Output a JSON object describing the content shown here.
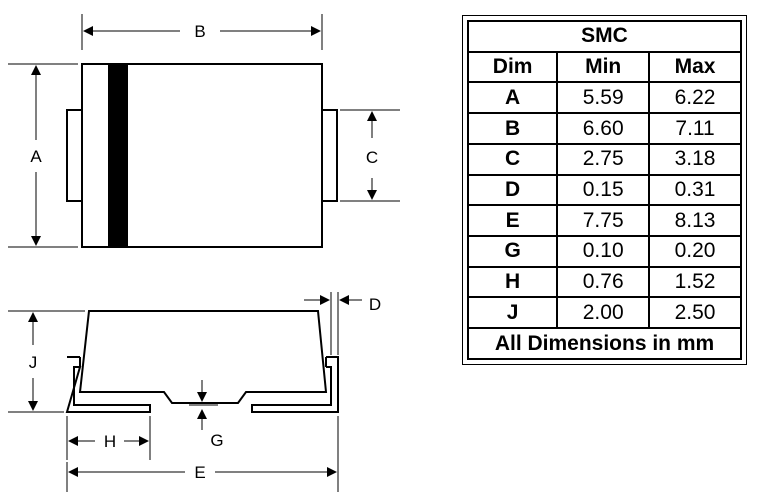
{
  "package": "SMC",
  "labels": {
    "A": "A",
    "B": "B",
    "C": "C",
    "D": "D",
    "E": "E",
    "G": "G",
    "H": "H",
    "J": "J"
  },
  "table": {
    "title": "SMC",
    "headers": [
      "Dim",
      "Min",
      "Max"
    ],
    "rows": [
      {
        "dim": "A",
        "min": "5.59",
        "max": "6.22"
      },
      {
        "dim": "B",
        "min": "6.60",
        "max": "7.11"
      },
      {
        "dim": "C",
        "min": "2.75",
        "max": "3.18"
      },
      {
        "dim": "D",
        "min": "0.15",
        "max": "0.31"
      },
      {
        "dim": "E",
        "min": "7.75",
        "max": "8.13"
      },
      {
        "dim": "G",
        "min": "0.10",
        "max": "0.20"
      },
      {
        "dim": "H",
        "min": "0.76",
        "max": "1.52"
      },
      {
        "dim": "J",
        "min": "2.00",
        "max": "2.50"
      }
    ],
    "footer": "All Dimensions in mm"
  }
}
